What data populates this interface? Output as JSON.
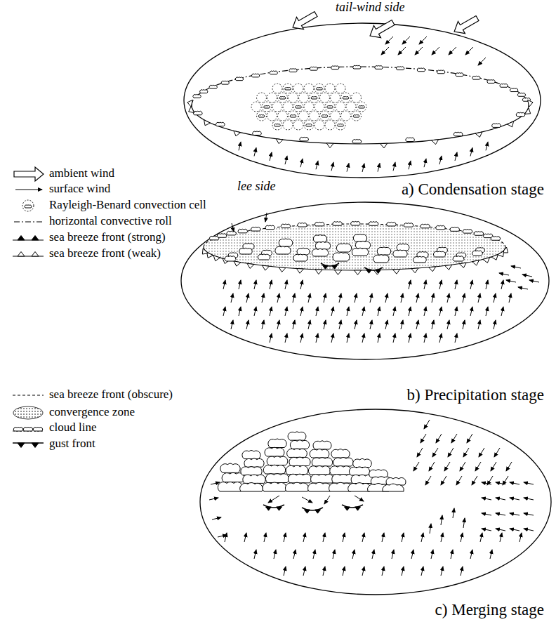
{
  "diagram": {
    "labels": [
      "tail-wind side",
      "lee side",
      "a) Condensation stage",
      "b) Precipitation stage",
      "c) Merging stage"
    ],
    "legend": [
      {
        "text": "ambient wind"
      },
      {
        "text": "surface wind"
      },
      {
        "text": "Rayleigh-Benard convection cell"
      },
      {
        "text": "horizontal convective roll"
      },
      {
        "text": "sea breeze front (strong)"
      },
      {
        "text": "sea breeze front (weak)"
      },
      {
        "text": "sea breeze front (obscure)"
      },
      {
        "text": "convergence zone"
      },
      {
        "text": "cloud line"
      },
      {
        "text": "gust front"
      }
    ]
  }
}
